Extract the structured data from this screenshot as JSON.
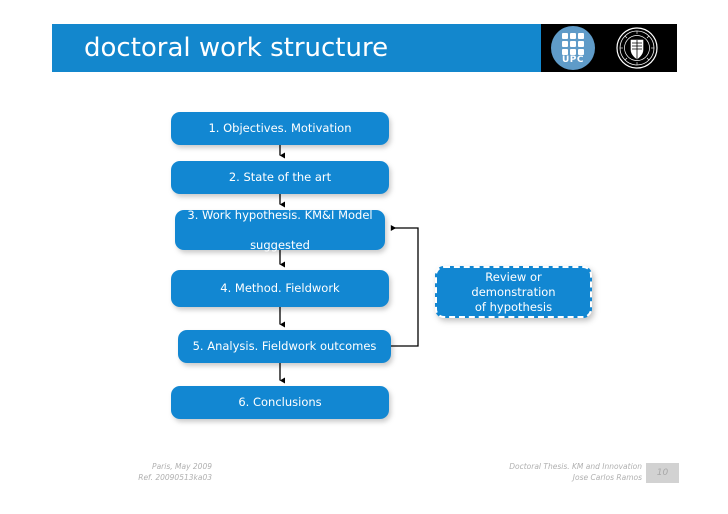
{
  "slide": {
    "title": "doctoral work structure",
    "accent_color": "#1287d2",
    "header_color": "#1387cd",
    "logo_panel_color": "#000000"
  },
  "logos": {
    "upc": {
      "name": "upc-logo",
      "text": "UPC",
      "circle_color": "#5f9bc8"
    },
    "seal": {
      "name": "university-seal-logo"
    }
  },
  "flow": {
    "boxes": [
      {
        "id": "box1",
        "label": "1. Objectives. Motivation"
      },
      {
        "id": "box2",
        "label": "2. State of the art"
      },
      {
        "id": "box3",
        "line1": "3. Work hypothesis. KM&I Model",
        "line2": "suggested"
      },
      {
        "id": "box4",
        "label": "4. Method. Fieldwork"
      },
      {
        "id": "box5",
        "label": "5. Analysis. Fieldwork outcomes"
      },
      {
        "id": "box6",
        "label": "6. Conclusions"
      }
    ],
    "feedback_box": {
      "line1": "Review or demonstration",
      "line2": "of hypothesis"
    }
  },
  "footer": {
    "left_line1": "Paris, May 2009",
    "left_line2": "Ref. 20090513ka03",
    "right_line1": "Doctoral Thesis. KM and Innovation",
    "right_line2": "Jose Carlos Ramos",
    "page_number": "10"
  }
}
